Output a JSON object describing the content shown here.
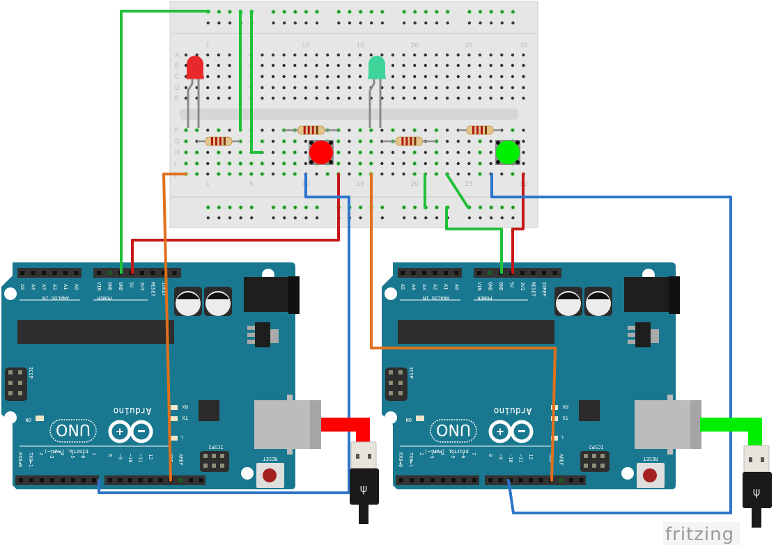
{
  "app": "fritzing",
  "watermark": "fritzing",
  "breadboard": {
    "row_labels_top": [
      "A",
      "B",
      "C",
      "D",
      "E"
    ],
    "row_labels_bottom": [
      "F",
      "G",
      "H",
      "I",
      "J"
    ],
    "column_labels": [
      "1",
      "5",
      "10",
      "15",
      "20",
      "25",
      "30"
    ],
    "components": [
      {
        "type": "led",
        "color": "#e8282a",
        "name": "red-led"
      },
      {
        "type": "led",
        "color": "#3fd49a",
        "name": "green-led"
      },
      {
        "type": "resistor",
        "name": "resistor-1"
      },
      {
        "type": "resistor",
        "name": "resistor-2"
      },
      {
        "type": "resistor",
        "name": "resistor-3"
      },
      {
        "type": "resistor",
        "name": "resistor-4"
      },
      {
        "type": "pushbutton",
        "color": "#ff0000",
        "name": "red-button"
      },
      {
        "type": "pushbutton",
        "color": "#00ee00",
        "name": "green-button"
      }
    ]
  },
  "arduinos": [
    {
      "name": "arduino-uno-left",
      "brand": "Arduino",
      "model": "UNO",
      "analog_label": "ANALOG IN",
      "power_label": "POWER",
      "digital_label": "DIGITAL (PWM=~)",
      "icsp_label": "ICSP",
      "icsp2_label": "ICSP2",
      "reset_label": "RESET",
      "on_label": "ON",
      "rx_label": "RX",
      "tx_label": "TX",
      "l_label": "L",
      "analog_pins": [
        "A5",
        "A4",
        "A3",
        "A2",
        "A1",
        "A0"
      ],
      "power_pins": [
        "VIN",
        "GND",
        "GND",
        "5V",
        "3V3",
        "RESET",
        "IOREF"
      ],
      "digital_pins_low": [
        "RX0◄0",
        "TX0►1",
        "2",
        "~3",
        "4",
        "~5",
        "~6",
        "7"
      ],
      "digital_pins_high": [
        "8",
        "~9",
        "~10",
        "~11",
        "12",
        "13",
        "GND",
        "AREF"
      ],
      "usb_cable_color": "#ff0000"
    },
    {
      "name": "arduino-uno-right",
      "brand": "Arduino",
      "model": "UNO",
      "analog_label": "ANALOG IN",
      "power_label": "POWER",
      "digital_label": "DIGITAL (PWM=~)",
      "icsp_label": "ICSP",
      "icsp2_label": "ICSP2",
      "reset_label": "RESET",
      "on_label": "ON",
      "rx_label": "RX",
      "tx_label": "TX",
      "l_label": "L",
      "analog_pins": [
        "A5",
        "A4",
        "A3",
        "A2",
        "A1",
        "A0"
      ],
      "power_pins": [
        "VIN",
        "GND",
        "GND",
        "5V",
        "3V3",
        "RESET",
        "IOREF"
      ],
      "digital_pins_low": [
        "RX0◄0",
        "TX0►1",
        "2",
        "~3",
        "4",
        "~5",
        "~6",
        "7"
      ],
      "digital_pins_high": [
        "8",
        "~9",
        "~10",
        "~11",
        "12",
        "13",
        "GND",
        "AREF"
      ],
      "usb_cable_color": "#00ee00"
    }
  ],
  "wires": [
    {
      "name": "wire-gnd-left",
      "color": "#22c03a"
    },
    {
      "name": "wire-5v-left",
      "color": "#c41818"
    },
    {
      "name": "wire-orange-left",
      "color": "#e0701c"
    },
    {
      "name": "wire-blue-left",
      "color": "#2e74cc"
    },
    {
      "name": "wire-gnd-right",
      "color": "#22c03a"
    },
    {
      "name": "wire-5v-right",
      "color": "#c41818"
    },
    {
      "name": "wire-orange-cross",
      "color": "#e0701c"
    },
    {
      "name": "wire-blue-right",
      "color": "#2e74cc"
    }
  ],
  "colors": {
    "board": "#19788f",
    "breadboard": "#e6e6e6",
    "wire_green": "#22c03a",
    "wire_red": "#c41818",
    "wire_orange": "#e0701c",
    "wire_blue": "#2e74cc"
  }
}
